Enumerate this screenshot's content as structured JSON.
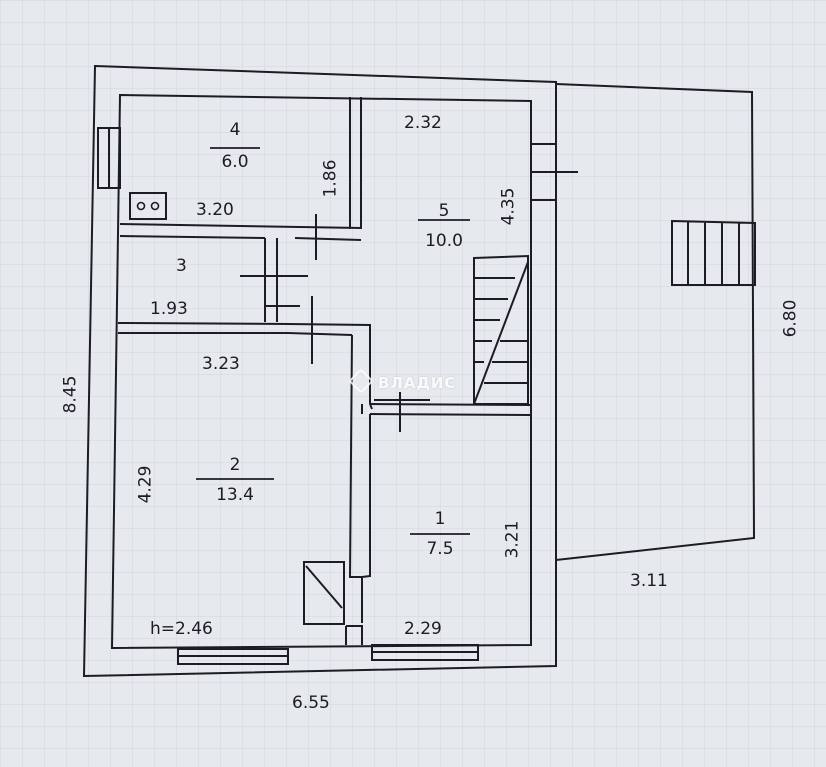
{
  "rooms": [
    {
      "number": "4",
      "area": "6.0"
    },
    {
      "number": "5",
      "area": "10.0"
    },
    {
      "number": "3"
    },
    {
      "number": "2",
      "area": "13.4"
    },
    {
      "number": "1",
      "area": "7.5"
    }
  ],
  "dimensions": {
    "total_width": "6.55",
    "total_height": "8.45",
    "annex_height": "6.80",
    "annex_width": "3.11",
    "room4_width": "3.20",
    "room4_height": "1.86",
    "room5_width": "2.32",
    "room5_height": "4.35",
    "room3_width": "1.93",
    "room2_width": "3.23",
    "room2_height": "4.29",
    "room1_width": "2.29",
    "room1_height": "3.21",
    "ceiling": "h=2.46"
  },
  "watermark": "ВЛАДИС",
  "colors": {
    "line": "#1c1c24",
    "paper": "#e6e9ed",
    "grid": "#d3d7dd"
  }
}
